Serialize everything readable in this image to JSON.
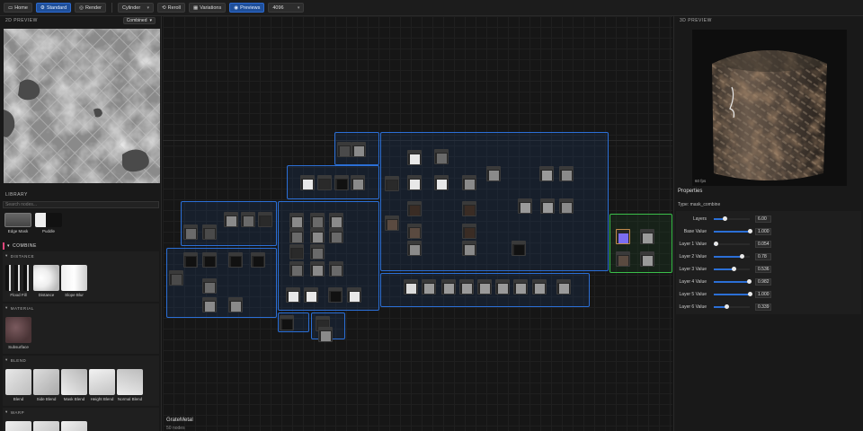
{
  "toolbar": {
    "home": "Home",
    "standard": "Standard",
    "render": "Render",
    "shape": "Cylinder",
    "reroll": "Reroll",
    "variations": "Variations",
    "previews": "Previews",
    "resolution": "4096"
  },
  "left": {
    "preview_title": "2D PREVIEW",
    "preview_mode": "Combined",
    "library_title": "LIBRARY",
    "search_placeholder": "Search nodes...",
    "top_tiles": [
      "Edge Mask",
      "Puddle"
    ],
    "combine_title": "COMBINE",
    "distance_title": "DISTANCE",
    "distance_tiles": [
      "Flood Fill",
      "Distance",
      "Slope Blur"
    ],
    "material_title": "MATERIAL",
    "material_tiles": [
      "Subsurface"
    ],
    "blend_title": "BLEND",
    "blend_tiles": [
      "Blend",
      "Side Blend",
      "Mask Blend",
      "Height Blend",
      "Normal Blend"
    ],
    "warp_title": "WARP"
  },
  "canvas": {
    "graph_name": "GrateMetal",
    "node_count": "50 nodes"
  },
  "right": {
    "preview_title": "3D PREVIEW",
    "fps": "60 fps",
    "properties_title": "Properties",
    "type_label": "Type: mask_combine",
    "props": [
      {
        "label": "Layers",
        "value": "6.00",
        "fraction": 0.3
      },
      {
        "label": "Base Value",
        "value": "1.000",
        "fraction": 1.0
      },
      {
        "label": "Layer 1 Value",
        "value": "0.054",
        "fraction": 0.05
      },
      {
        "label": "Layer 2 Value",
        "value": "0.78",
        "fraction": 0.78
      },
      {
        "label": "Layer 3 Value",
        "value": "0.536",
        "fraction": 0.54
      },
      {
        "label": "Layer 4 Value",
        "value": "0.982",
        "fraction": 0.98
      },
      {
        "label": "Layer 5 Value",
        "value": "1.000",
        "fraction": 1.0
      },
      {
        "label": "Layer 6 Value",
        "value": "0.339",
        "fraction": 0.34
      }
    ]
  },
  "colors": {
    "accent": "#2b6fd6",
    "category_bar": "#e0457a",
    "active_frame": "#3bbf4a"
  }
}
